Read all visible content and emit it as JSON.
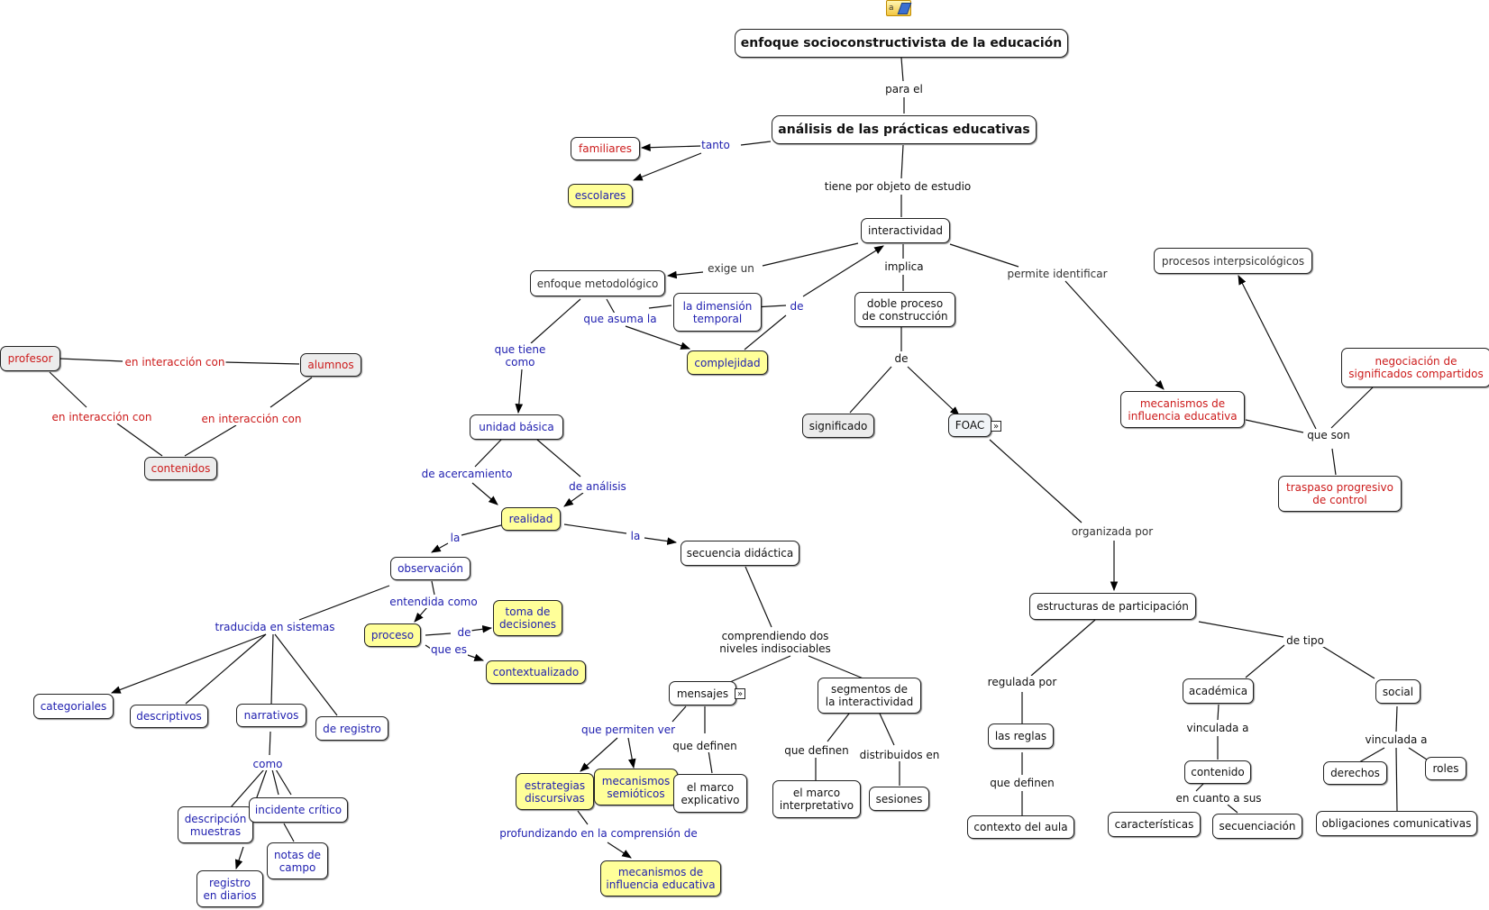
{
  "header_icon": "concept-map-icon",
  "colors": {
    "yellow_node": "#ffff99",
    "blue_text": "#2121b0",
    "red_text": "#cc1b1b",
    "grey_node": "#ececec"
  },
  "nodes": {
    "enfoque": "enfoque socioconstructivista de la educación",
    "analisis": "análisis de las prácticas educativas",
    "familiares": "familiares",
    "escolares": "escolares",
    "interactividad": "interactividad",
    "enfoque_met": "enfoque metodológico",
    "dimension": "la dimensión\ntemporal",
    "complejidad": "complejidad",
    "doble": "doble proceso\nde construcción",
    "significado": "significado",
    "foac": "FOAC",
    "procesos": "procesos interpsicológicos",
    "negociacion": "negociación de\nsignificados compartidos",
    "mecanismos_inf": "mecanismos de\ninfluencia educativa",
    "traspaso": "traspaso progresivo\nde control",
    "profesor": "profesor",
    "alumnos": "alumnos",
    "contenidos": "contenidos",
    "unidad": "unidad básica",
    "realidad": "realidad",
    "observacion": "observación",
    "secuencia": "secuencia didáctica",
    "proceso": "proceso",
    "toma": "toma de\ndecisiones",
    "contextualizado": "contextualizado",
    "categoriales": "categoriales",
    "descriptivos": "descriptivos",
    "narrativos": "narrativos",
    "de_registro": "de registro",
    "descripcion": "descripción\nmuestras",
    "incidente": "incidente crítico",
    "notas": "notas de\ncampo",
    "registro": "registro\nen diarios",
    "mensajes": "mensajes",
    "segmentos": "segmentos de\nla interactividad",
    "estrategias": "estrategias\ndiscursivas",
    "mec_semioticos": "mecanismos\nsemióticos",
    "marco_exp": "el marco\nexplicativo",
    "marco_int": "el marco\ninterpretativo",
    "sesiones": "sesiones",
    "mecanismos_inf2": "mecanismos de\ninfluencia educativa",
    "estructuras": "estructuras de participación",
    "reglas": "las reglas",
    "contexto": "contexto del aula",
    "academica": "académica",
    "social": "social",
    "contenido": "contenido",
    "caracteristicas": "características",
    "secuenciacion": "secuenciación",
    "derechos": "derechos",
    "roles": "roles",
    "obligaciones": "obligaciones comunicativas"
  },
  "links": {
    "para_el": "para el",
    "tanto": "tanto",
    "tiene_objeto": "tiene por objeto de estudio",
    "exige_un": "exige un",
    "implica": "implica",
    "permite": "permite identificar",
    "que_asuma": "que asuma la",
    "de1": "de",
    "de2": "de",
    "que_tiene": "que tiene\ncomo",
    "en_int1": "en interacción con",
    "en_int2": "en interacción con",
    "en_int3": "en interacción con",
    "que_son": "que son",
    "de_acerc": "de acercamiento",
    "de_analisis": "de análisis",
    "la1": "la",
    "la2": "la",
    "entendida": "entendida como",
    "de3": "de",
    "que_es": "que es",
    "traducida": "traducida en sistemas",
    "como": "como",
    "organizada": "organizada por",
    "comprendiendo": "comprendiendo dos\nniveles indisociables",
    "que_permiten": "que permiten ver",
    "que_definen1": "que definen",
    "que_definen2": "que definen",
    "distribuidos": "distribuidos en",
    "profundizando": "profundizando en la comprensión de",
    "regulada": "regulada por",
    "que_definen3": "que definen",
    "de_tipo": "de tipo",
    "vinculada1": "vinculada a",
    "vinculada2": "vinculada a",
    "en_cuanto": "en cuanto a sus"
  }
}
